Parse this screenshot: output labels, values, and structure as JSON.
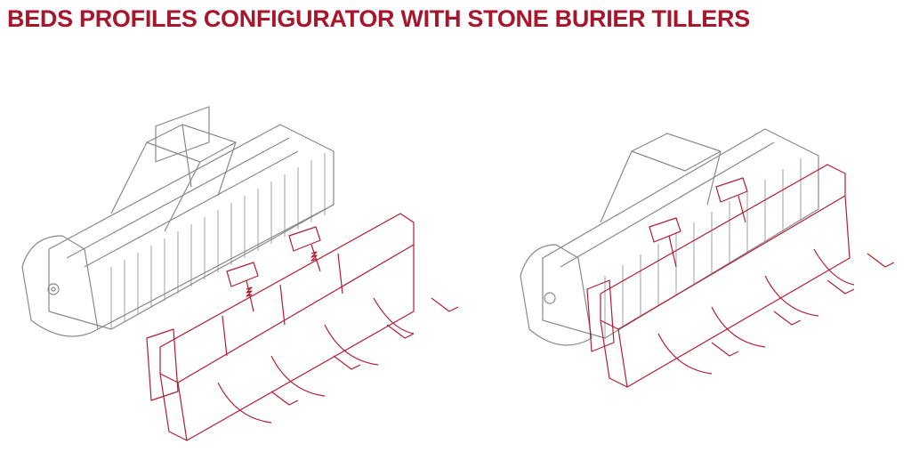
{
  "title": "BEDS PROFILES CONFIGURATOR WITH STONE BURIER TILLERS",
  "colors": {
    "accent": "#a8162c",
    "machine_line": "#8a8a8a",
    "attachment_line": "#b11e34",
    "background": "#ffffff"
  },
  "figures": [
    {
      "name": "exploded-view",
      "state": "attachment-detached"
    },
    {
      "name": "assembled-view",
      "state": "attachment-mounted"
    }
  ]
}
